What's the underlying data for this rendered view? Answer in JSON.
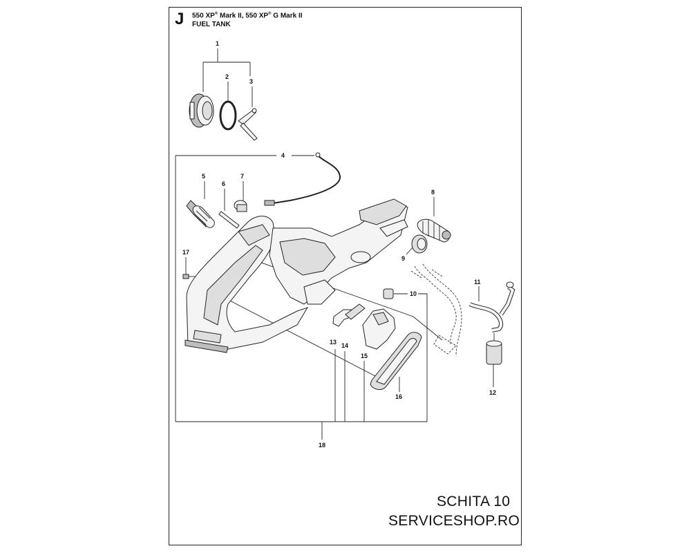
{
  "header": {
    "section_letter": "J",
    "model_a": "550 XP",
    "sup": "®",
    "model_b": " Mark II, 550 XP",
    "model_c": " G Mark II",
    "title": "FUEL TANK"
  },
  "callouts": [
    "1",
    "2",
    "3",
    "4",
    "5",
    "6",
    "7",
    "8",
    "9",
    "10",
    "11",
    "12",
    "13",
    "14",
    "15",
    "16",
    "17",
    "18"
  ],
  "footer": {
    "sheet": "SCHITA 10",
    "site": "SERVICESHOP.RO"
  }
}
